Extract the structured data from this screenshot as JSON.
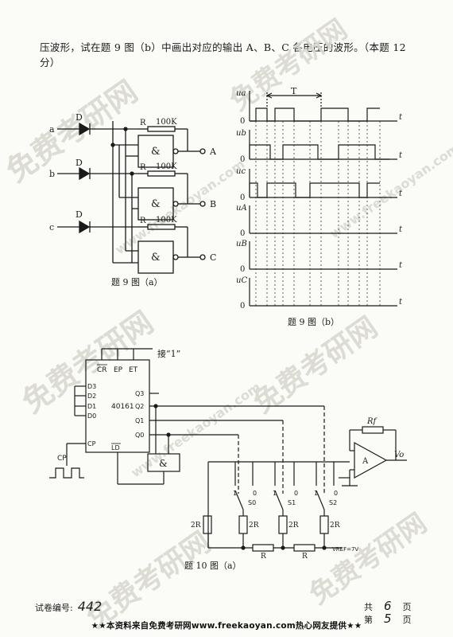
{
  "intro": "压波形，试在题 9 图（b）中画出对应的输出 A、B、C 各电压的波形。（本题 12 分）",
  "fig9a": {
    "caption": "题 9 图（a）",
    "input_a": "a",
    "input_b": "b",
    "input_c": "c",
    "diode": "D",
    "resistor": "R",
    "resistor_value": "100K",
    "gate": "&",
    "out_a": "A",
    "out_b": "B",
    "out_c": "C"
  },
  "fig9b": {
    "caption": "题 9 图（b）",
    "labels": [
      "ua",
      "ub",
      "uc",
      "uA",
      "uB",
      "uC"
    ],
    "period": "T",
    "t": "t",
    "zero": "0"
  },
  "fig10a": {
    "caption": "题 10 图（a）",
    "connect_one": "接“1”",
    "chip": "40161",
    "cr": "CR",
    "ep": "EP",
    "et": "ET",
    "d_inputs": [
      "D3",
      "D2",
      "D1",
      "D0"
    ],
    "q_outputs": [
      "Q3",
      "Q2",
      "Q1",
      "Q0"
    ],
    "cp": "CP",
    "ld": "LD",
    "cp_in": "CP",
    "gate": "&",
    "rf": "Rf",
    "opamp": "A",
    "vo": "Vo",
    "switches": [
      "S2",
      "S1",
      "S0"
    ],
    "r2": "2R",
    "r": "R",
    "vref": "VREF=7V",
    "sw1": "1",
    "sw0": "0"
  },
  "watermark": {
    "cn": "免费考研网",
    "en": "www.freekaoyan.com"
  },
  "footer": {
    "code_label": "试卷编号:",
    "code_value": "442",
    "total_label": "共",
    "total_value": "6",
    "page_unit": "页",
    "current_label": "第",
    "current_value": "5",
    "current_unit": "页"
  },
  "banner": "★★本资料来自免费考研网www.freekaoyan.com热心网友提供★★"
}
